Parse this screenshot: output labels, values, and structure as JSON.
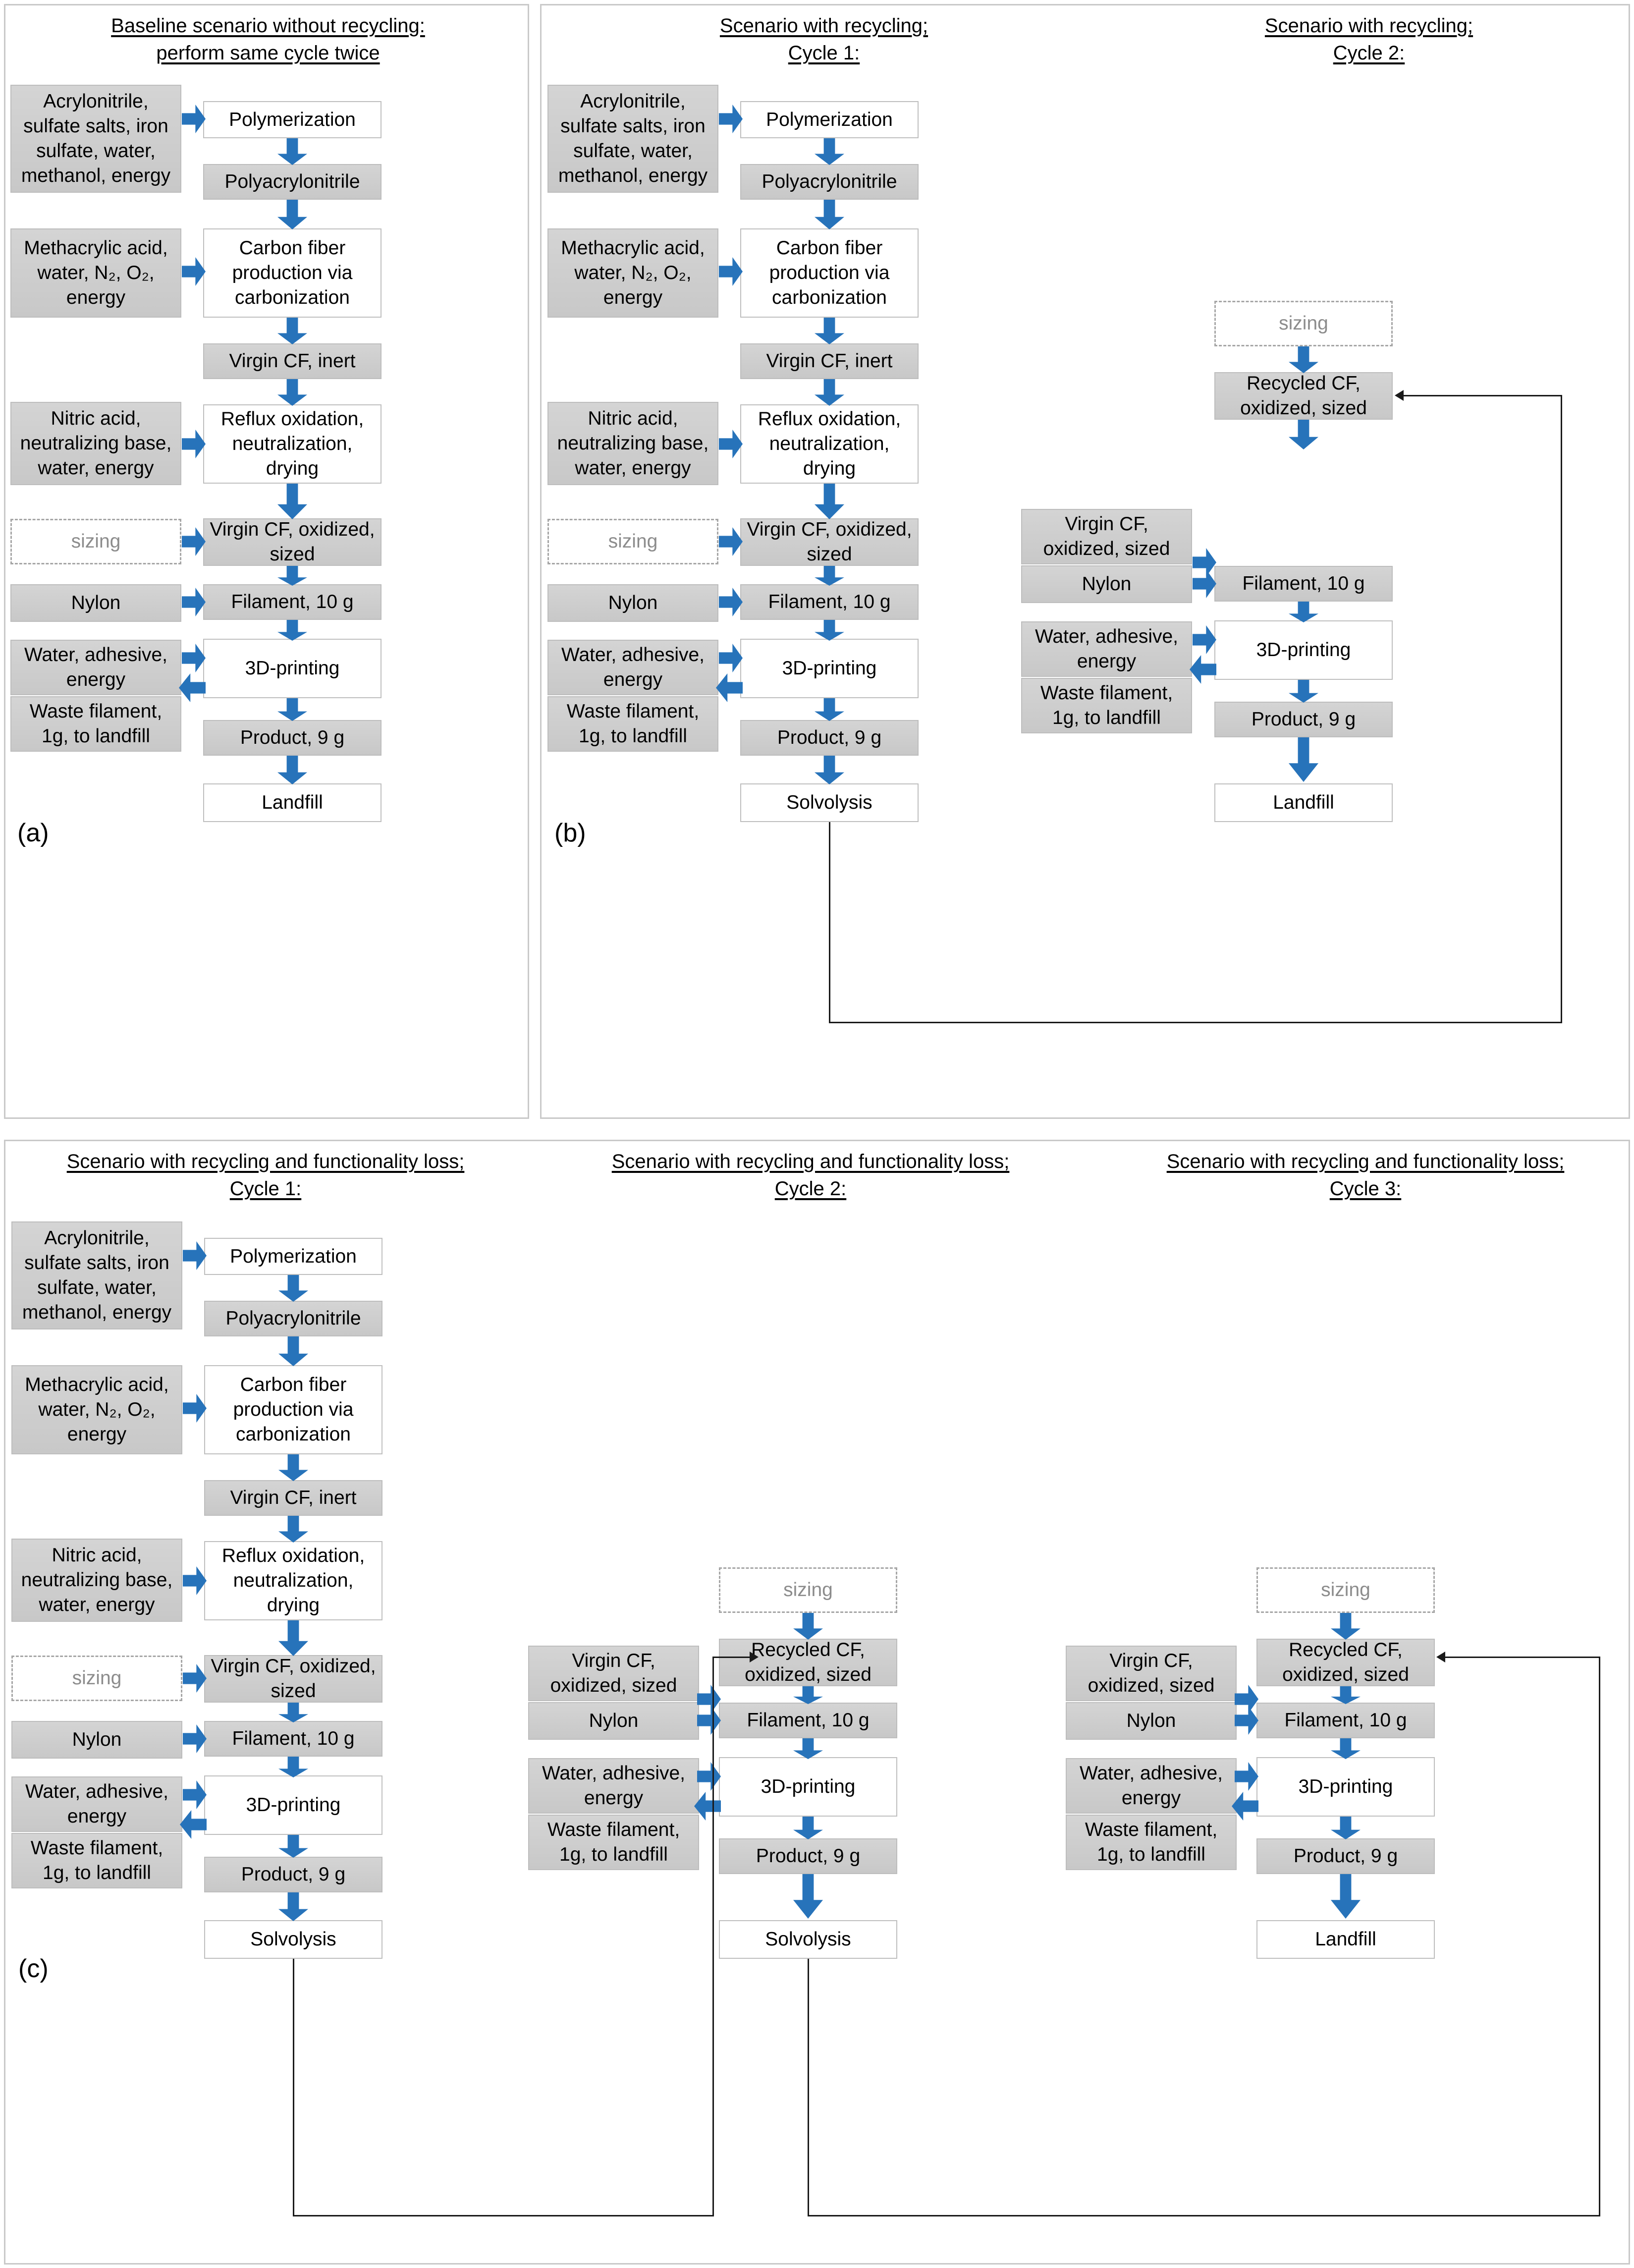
{
  "figure": {
    "title": "Life cycle flowcharts for 3D-printed carbon fiber product scenarios",
    "colors": {
      "arrow_blue": "#2773ba",
      "box_gray_fill": "#cccccc",
      "box_gray_border": "#bdbdbd",
      "box_white_fill": "#ffffff",
      "box_white_border": "#bfbfbf",
      "dashed_border": "#a6a6a6",
      "dashed_text": "#8c8c8c",
      "panel_border": "#c9c9c9",
      "connector_line": "#1a1a1a"
    }
  },
  "panels": [
    {
      "id": "a",
      "label": "(a)",
      "headings": [
        {
          "line1": "Baseline scenario without recycling:",
          "line2": "perform same cycle twice"
        }
      ]
    },
    {
      "id": "b",
      "label": "(b)",
      "headings": [
        {
          "line1": "Scenario with recycling;",
          "line2": "Cycle 1:"
        },
        {
          "line1": "Scenario with recycling;",
          "line2": "Cycle 2:"
        }
      ]
    },
    {
      "id": "c",
      "label": "(c)",
      "headings": [
        {
          "line1": "Scenario with recycling and functionality loss;",
          "line2": "Cycle 1:"
        },
        {
          "line1": "Scenario with recycling and functionality loss;",
          "line2": "Cycle 2:"
        },
        {
          "line1": "Scenario with recycling and functionality loss;",
          "line2": "Cycle 3:"
        }
      ]
    }
  ],
  "boxes": {
    "acrylonitrile": "Acrylonitrile, sulfate salts, iron sulfate, water, methanol, energy",
    "polymerization": "Polymerization",
    "polyacrylonitrile": "Polyacrylonitrile",
    "methacrylic": "Methacrylic acid, water, N₂, O₂, energy",
    "carbon_fiber_production": "Carbon fiber production via carbonization",
    "virgin_cf_inert": "Virgin CF, inert",
    "nitric_acid": "Nitric acid, neutralizing base, water, energy",
    "reflux": "Reflux oxidation, neutralization, drying",
    "sizing": "sizing",
    "virgin_cf_oxidized_sized": "Virgin CF, oxidized, sized",
    "recycled_cf_oxidized_sized": "Recycled CF, oxidized, sized",
    "nylon": "Nylon",
    "filament": "Filament, 10 g",
    "water_adhesive": "Water, adhesive, energy",
    "waste_filament": "Waste filament, 1g, to landfill",
    "printing": "3D-printing",
    "product": "Product, 9 g",
    "landfill": "Landfill",
    "solvolysis": "Solvolysis"
  },
  "chart_data": {
    "type": "diagram",
    "diagram_kind": "process-flowchart",
    "flows": [
      {
        "panel": "a",
        "column": "Baseline cycle",
        "nodes": [
          "Acrylonitrile, sulfate salts, iron sulfate, water, methanol, energy",
          "Polymerization",
          "Polyacrylonitrile",
          "Methacrylic acid, water, N2, O2, energy",
          "Carbon fiber production via carbonization",
          "Virgin CF, inert",
          "Nitric acid, neutralizing base, water, energy",
          "Reflux oxidation, neutralization, drying",
          "sizing",
          "Virgin CF, oxidized, sized",
          "Nylon",
          "Filament, 10 g",
          "Water, adhesive, energy",
          "3D-printing",
          "Waste filament, 1g, to landfill",
          "Product, 9 g",
          "Landfill"
        ],
        "end_of_life": "Landfill"
      },
      {
        "panel": "b",
        "column": "Cycle 1",
        "end_of_life": "Solvolysis",
        "loops_to": "Cycle 2 : Recycled CF, oxidized, sized"
      },
      {
        "panel": "b",
        "column": "Cycle 2",
        "nodes": [
          "sizing",
          "Recycled CF, oxidized, sized",
          "Virgin CF, oxidized, sized",
          "Nylon",
          "Filament, 10 g",
          "Water, adhesive, energy",
          "3D-printing",
          "Waste filament, 1g, to landfill",
          "Product, 9 g",
          "Landfill"
        ],
        "end_of_life": "Landfill"
      },
      {
        "panel": "c",
        "column": "Cycle 1",
        "end_of_life": "Solvolysis",
        "loops_to": "Cycle 2 : Recycled CF, oxidized, sized"
      },
      {
        "panel": "c",
        "column": "Cycle 2",
        "end_of_life": "Solvolysis",
        "loops_to": "Cycle 3 : Recycled CF, oxidized, sized"
      },
      {
        "panel": "c",
        "column": "Cycle 3",
        "end_of_life": "Landfill"
      }
    ]
  }
}
